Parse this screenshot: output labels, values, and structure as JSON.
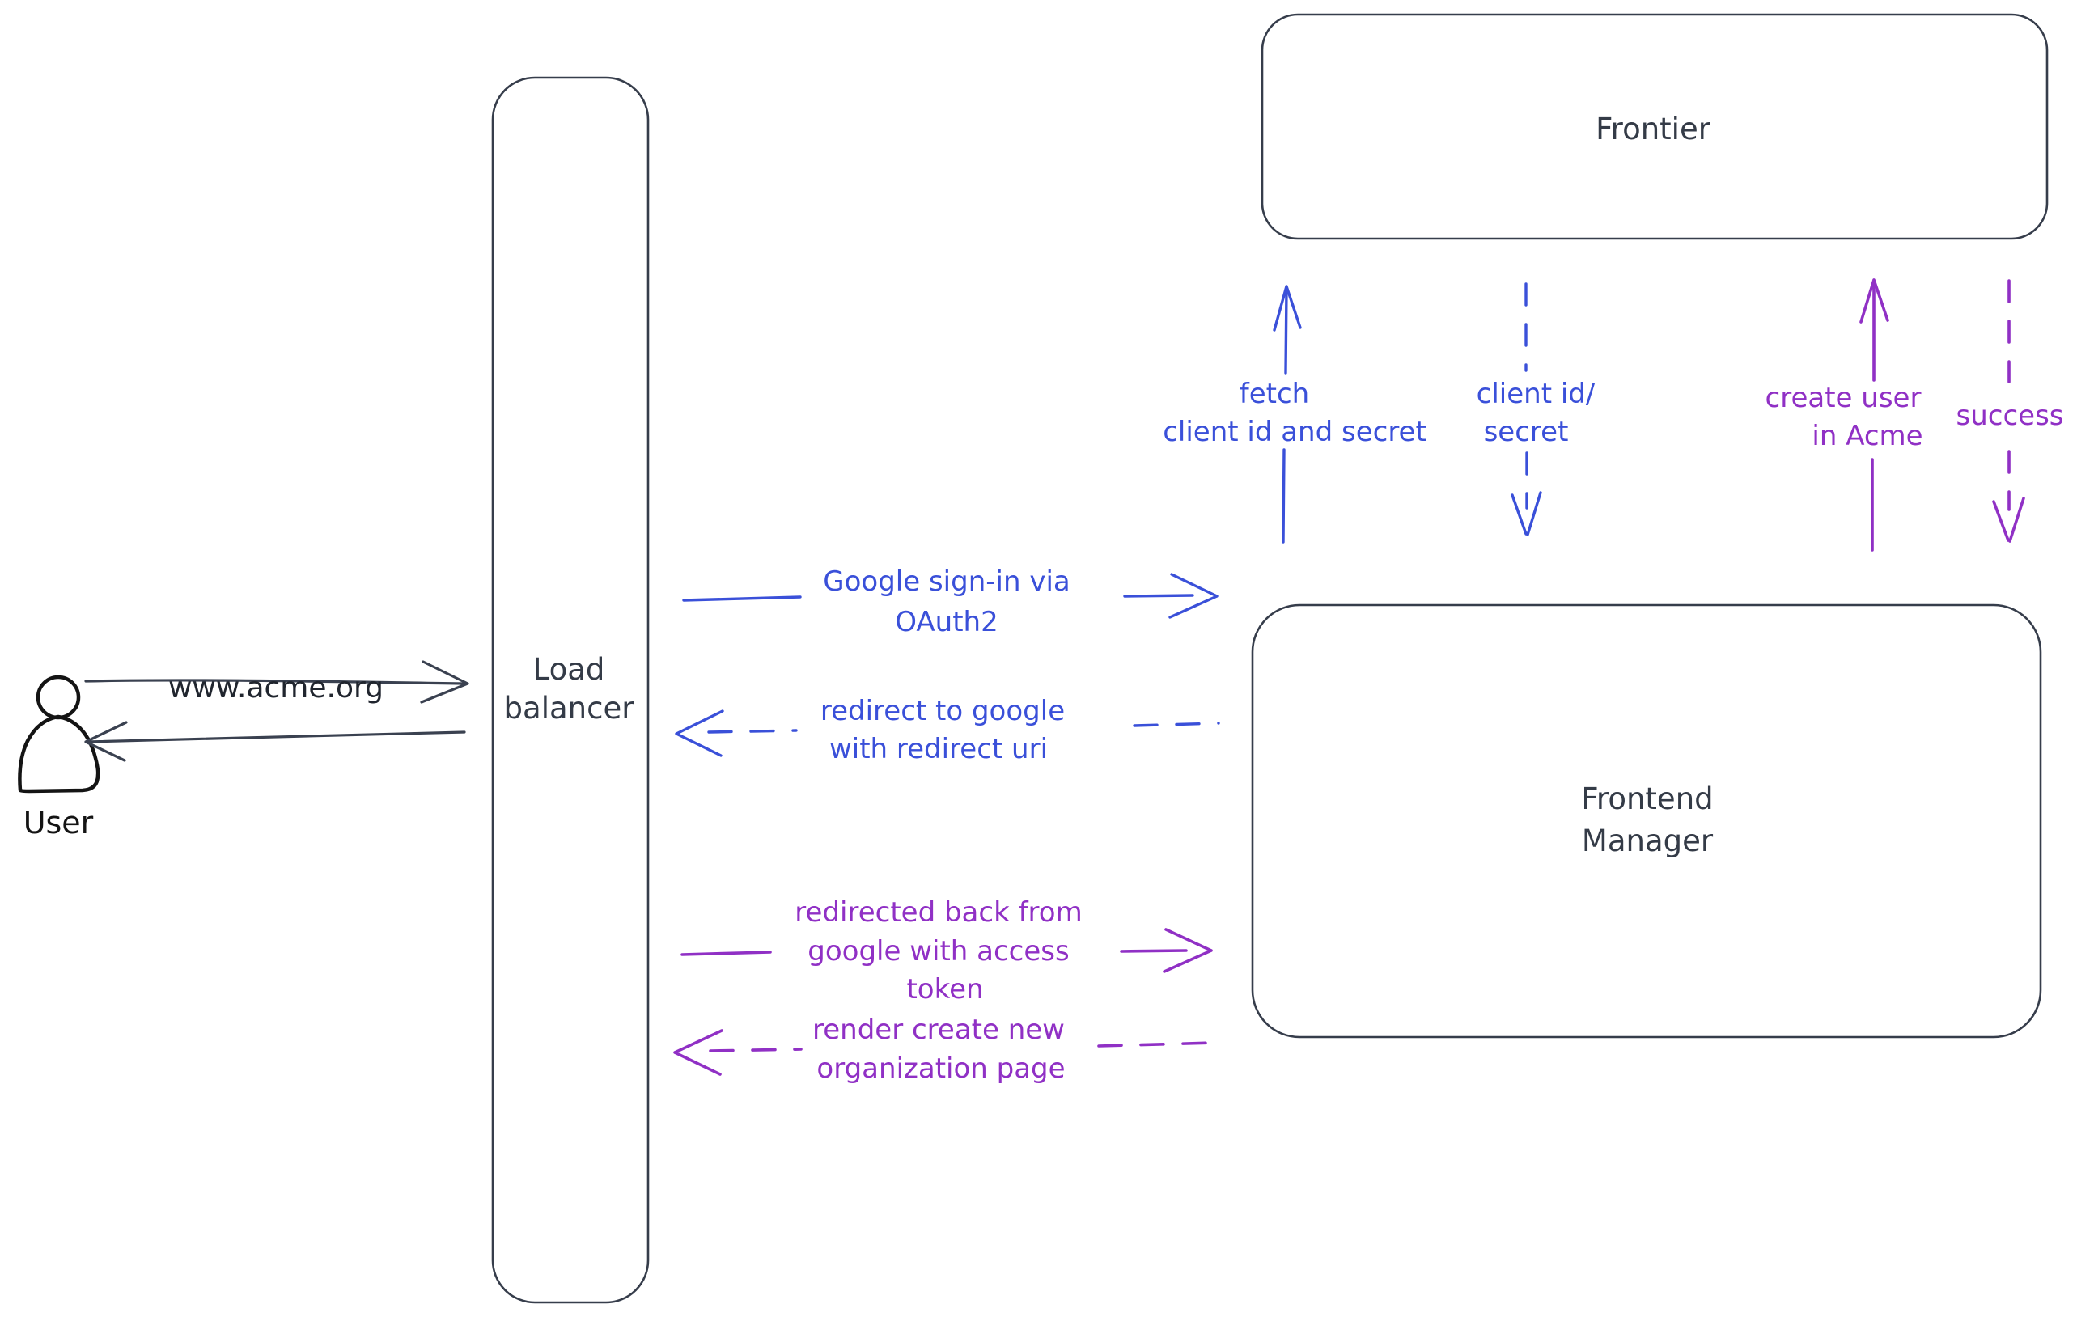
{
  "diagram": {
    "type": "hand-drawn architecture / oauth flow diagram",
    "colors": {
      "ink": "#363d4b",
      "actor_ink": "#141414",
      "blue": "#3a50d9",
      "purple": "#9030c5",
      "hatch": "#c9d2da",
      "background": "#ffffff"
    },
    "nodes": {
      "user": {
        "label": "User"
      },
      "load_balancer": {
        "line1": "Load",
        "line2": "balancer"
      },
      "frontier": {
        "label": "Frontier"
      },
      "frontend_manager": {
        "line1": "Frontend",
        "line2": "Manager"
      }
    },
    "edges": {
      "www_acme": {
        "label": "www.acme.org",
        "style": "solid",
        "color": "ink",
        "from": "User",
        "to": "Load balancer"
      },
      "user_return": {
        "label": "",
        "style": "solid",
        "color": "ink",
        "from": "Load balancer",
        "to": "User"
      },
      "google_signin": {
        "line1": "Google sign-in via",
        "line2": "OAuth2",
        "style": "solid",
        "color": "blue",
        "from": "Load balancer",
        "to": "Frontend Manager"
      },
      "redirect_google": {
        "line1": "redirect to google",
        "line2": "with redirect uri",
        "style": "dashed",
        "color": "blue",
        "from": "Frontend Manager",
        "to": "Load balancer"
      },
      "fetch_client": {
        "line1": "fetch",
        "line2": "client id and secret",
        "style": "solid",
        "color": "blue",
        "from": "Frontend Manager",
        "to": "Frontier"
      },
      "client_id_secret": {
        "line1": "client id/",
        "line2": "secret",
        "style": "dashed",
        "color": "blue",
        "from": "Frontier",
        "to": "Frontend Manager"
      },
      "create_user": {
        "line1": "create user",
        "line2": "in Acme",
        "style": "solid",
        "color": "purple",
        "from": "Frontend Manager",
        "to": "Frontier"
      },
      "success": {
        "label": "success",
        "style": "dashed",
        "color": "purple",
        "from": "Frontier",
        "to": "Frontend Manager"
      },
      "redirected_back": {
        "line1": "redirected back from",
        "line2": "google with access",
        "line3": "token",
        "style": "solid",
        "color": "purple",
        "from": "Load balancer",
        "to": "Frontend Manager"
      },
      "render_page": {
        "line1": "render create new",
        "line2": "organization page",
        "style": "dashed",
        "color": "purple",
        "from": "Frontend Manager",
        "to": "Load balancer"
      }
    }
  }
}
